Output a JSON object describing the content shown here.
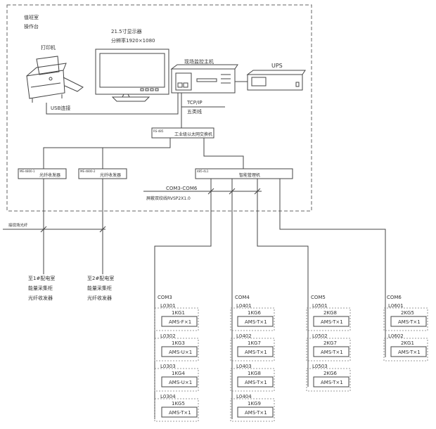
{
  "room": {
    "line1": "值班室",
    "line2": "操作台"
  },
  "monitor": {
    "line1": "21.5寸显示器",
    "line2": "分辨率1920×1080"
  },
  "printer": {
    "label": "打印机",
    "usb": "USB连接"
  },
  "host": {
    "label": "现场监控主机"
  },
  "ups": {
    "label": "UPS"
  },
  "tcpip": {
    "line1": "TCP/IP",
    "line2": "五类线"
  },
  "switch": {
    "tag": "RS-485",
    "label": "工业级以太网交换机"
  },
  "fire1": {
    "tag": "ME-4800-1",
    "label": "光纤收发器"
  },
  "fire2": {
    "tag": "ME-4800-2",
    "label": "光纤收发器"
  },
  "mgr": {
    "tag": "485-4L1",
    "label": "智能管理机"
  },
  "com": {
    "line1": "COM3-COM6",
    "line2": "屏蔽双绞线RVSP2X1.0"
  },
  "fiber": {
    "label": "接现场光纤"
  },
  "remote1": {
    "line1": "至1#配电室",
    "line2": "能量采集柜",
    "line3": "光纤收发器"
  },
  "remote2": {
    "line1": "至2#配电室",
    "line2": "能量采集柜",
    "line3": "光纤收发器"
  },
  "groups": [
    {
      "com": "COM3",
      "items": [
        {
          "loop": "L0301",
          "cab": "1KG1",
          "meter": "AMS-F×1"
        },
        {
          "loop": "L0302",
          "cab": "1KG3",
          "meter": "AMS-U×1"
        },
        {
          "loop": "L0303",
          "cab": "1KG4",
          "meter": "AMS-U×1"
        },
        {
          "loop": "L0304",
          "cab": "1KG5",
          "meter": "AMS-T×1"
        }
      ]
    },
    {
      "com": "COM4",
      "items": [
        {
          "loop": "L0401",
          "cab": "1KG6",
          "meter": "AMS-T×1"
        },
        {
          "loop": "L0402",
          "cab": "1KG7",
          "meter": "AMS-T×1"
        },
        {
          "loop": "L0403",
          "cab": "1KG8",
          "meter": "AMS-T×1"
        },
        {
          "loop": "L0404",
          "cab": "1KG9",
          "meter": "AMS-T×1"
        }
      ]
    },
    {
      "com": "COM5",
      "items": [
        {
          "loop": "L0501",
          "cab": "2KG8",
          "meter": "AMS-T×1"
        },
        {
          "loop": "L0502",
          "cab": "2KG7",
          "meter": "AMS-T×1"
        },
        {
          "loop": "L0503",
          "cab": "2KG6",
          "meter": "AMS-T×1"
        }
      ]
    },
    {
      "com": "COM6",
      "items": [
        {
          "loop": "L0601",
          "cab": "2KG5",
          "meter": "AMS-T×1"
        },
        {
          "loop": "L0602",
          "cab": "2KG1",
          "meter": "AMS-T×1"
        }
      ]
    }
  ]
}
